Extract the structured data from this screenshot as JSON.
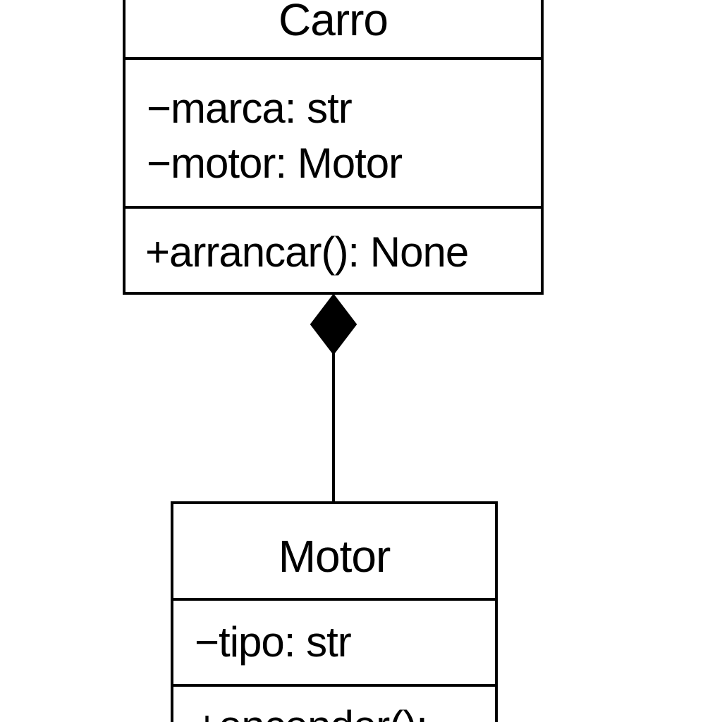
{
  "diagram": {
    "classes": [
      {
        "name": "Carro",
        "attributes": [
          "−marca: str",
          "−motor: Motor"
        ],
        "methods": [
          "+arrancar(): None"
        ]
      },
      {
        "name": "Motor",
        "attributes": [
          "−tipo: str"
        ],
        "methods": [
          "+encender():"
        ]
      }
    ],
    "relationship": {
      "type": "composition",
      "whole": "Carro",
      "part": "Motor",
      "marker_color": "#000000"
    }
  }
}
